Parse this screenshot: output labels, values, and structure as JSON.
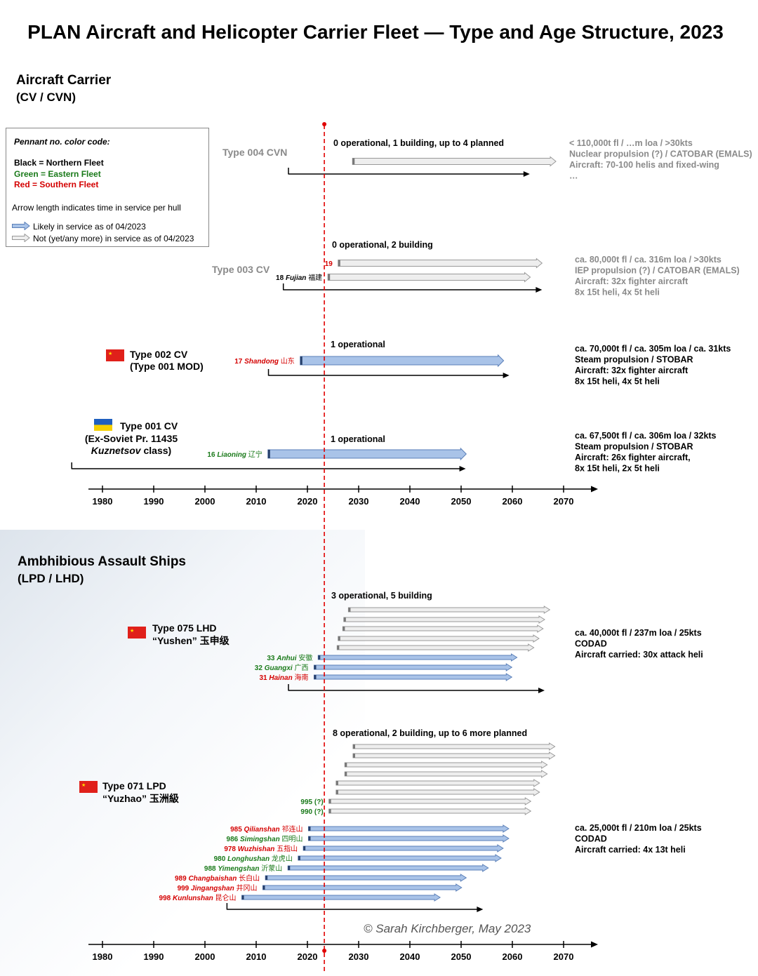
{
  "title": "PLAN Aircraft and Helicopter Carrier Fleet — Type and Age Structure, 2023",
  "copyright": "© Sarah Kirchberger, May 2023",
  "colors": {
    "northern": "#000000",
    "eastern": "#1a7a1a",
    "southern": "#d40000",
    "in_service_fill": "#a9c3e8",
    "in_service_stroke": "#5a7fb8",
    "not_in_service_fill": "#eeeeee",
    "not_in_service_stroke": "#999999",
    "reference_line": "#e00000",
    "muted_text": "#8a8a8a"
  },
  "legend": {
    "heading": "Pennant no. color code:",
    "black": "Black = Northern Fleet",
    "green": "Green = Eastern Fleet",
    "red": "Red = Southern Fleet",
    "note": "Arrow length indicates time in service per hull",
    "in_service": "Likely in service as of 04/2023",
    "not_in_service": "Not (yet/any more) in service as of 04/2023"
  },
  "chart_data": [
    {
      "type": "timeline",
      "section": [
        "Aircraft Carrier",
        "(CV / CVN)"
      ],
      "axis": {
        "ticks": [
          "1980",
          "1990",
          "2000",
          "2010",
          "2020",
          "2030",
          "2040",
          "2050",
          "2060",
          "2070"
        ]
      },
      "reference_year": 2023.3,
      "classes": [
        {
          "name": [
            "Type 004 CVN"
          ],
          "muted": true,
          "flag": null,
          "status": "0 operational, 1 building, up to 4 planned",
          "specs": [
            "< 110,000t fl / …m loa / >30kts",
            "Nuclear propulsion (?) / CATOBAR (EMALS)",
            "Aircraft: 70-100 helis and fixed-wing",
            "…"
          ],
          "class_span": [
            2016.3,
            2063.4
          ],
          "hulls": [
            {
              "label": "",
              "fleet": "none",
              "start": 2028.8,
              "end": 2068.5,
              "in_service": false
            }
          ]
        },
        {
          "name": [
            "Type 003 CV"
          ],
          "muted": true,
          "flag": null,
          "status": "0 operational, 2 building",
          "specs": [
            "ca. 80,000t fl / ca. 316m loa / >30kts",
            "IEP propulsion (?) / CATOBAR (EMALS)",
            "Aircraft: 32x fighter aircraft",
            "8x 15t heli, 4x 5t heli"
          ],
          "class_span": [
            2015.3,
            2065.8
          ],
          "hulls": [
            {
              "label": "19",
              "fleet": "southern",
              "start": 2026.0,
              "end": 2065.8,
              "in_service": false
            },
            {
              "label": "18 Fujian 福建",
              "fleet": "northern",
              "start": 2024.0,
              "end": 2063.5,
              "in_service": false
            }
          ]
        },
        {
          "name": [
            "Type 002 CV",
            "(Type 001 MOD)"
          ],
          "muted": false,
          "flag": "china",
          "status": "1 operational",
          "specs": [
            "ca. 70,000t fl / ca. 305m loa / ca. 31kts",
            "Steam propulsion / STOBAR",
            "Aircraft: 32x fighter aircraft",
            "8x 15t heli, 4x 5t heli"
          ],
          "class_span": [
            2012.4,
            2059.4
          ],
          "hulls": [
            {
              "label": "17 Shandong 山东",
              "fleet": "southern",
              "start": 2018.6,
              "end": 2058.3,
              "in_service": true
            }
          ]
        },
        {
          "name": [
            "Type 001 CV",
            "(Ex-Soviet Pr. 11435",
            "Kuznetsov class)"
          ],
          "muted": false,
          "flag": "ukraine",
          "status": "1 operational",
          "specs": [
            "ca. 67,500t fl / ca. 306m loa / 32kts",
            "Steam propulsion / STOBAR",
            "Aircraft: 26x fighter aircraft,",
            "8x 15t heli, 2x 5t heli"
          ],
          "class_span": [
            1974.0,
            2050.9
          ],
          "hulls": [
            {
              "label": "16 Liaoning 辽宁",
              "fleet": "eastern",
              "start": 2012.3,
              "end": 2051.0,
              "in_service": true
            }
          ]
        }
      ]
    },
    {
      "type": "timeline",
      "section": [
        "Ambhibious Assault Ships",
        "(LPD / LHD)"
      ],
      "axis": {
        "ticks": [
          "1980",
          "1990",
          "2000",
          "2010",
          "2020",
          "2030",
          "2040",
          "2050",
          "2060",
          "2070"
        ]
      },
      "reference_year": 2023.3,
      "classes": [
        {
          "name": [
            "Type 075 LHD",
            "“Yushen” 玉申级"
          ],
          "muted": false,
          "flag": "china",
          "status": "3 operational, 5 building",
          "specs": [
            "ca. 40,000t fl / 237m loa / 25kts",
            "CODAD",
            "Aircraft carried: 30x attack heli"
          ],
          "class_span": [
            2016.3,
            2066.3
          ],
          "hulls": [
            {
              "label": "",
              "fleet": "none",
              "start": 2028.0,
              "end": 2067.3,
              "in_service": false
            },
            {
              "label": "",
              "fleet": "none",
              "start": 2027.1,
              "end": 2066.3,
              "in_service": false
            },
            {
              "label": "",
              "fleet": "none",
              "start": 2026.9,
              "end": 2066.0,
              "in_service": false
            },
            {
              "label": "",
              "fleet": "none",
              "start": 2026.0,
              "end": 2065.2,
              "in_service": false
            },
            {
              "label": "",
              "fleet": "none",
              "start": 2025.8,
              "end": 2064.2,
              "in_service": false
            },
            {
              "label": "33 Anhui 安徽",
              "fleet": "eastern",
              "start": 2022.1,
              "end": 2060.9,
              "in_service": true
            },
            {
              "label": "32 Guangxi 广西",
              "fleet": "eastern",
              "start": 2021.3,
              "end": 2059.9,
              "in_service": true
            },
            {
              "label": "31 Hainan 海南",
              "fleet": "southern",
              "start": 2021.3,
              "end": 2059.9,
              "in_service": true
            }
          ]
        },
        {
          "name": [
            "Type 071 LPD",
            "“Yuzhao” 玉洲級"
          ],
          "muted": false,
          "flag": "china",
          "status": "8 operational, 2 building, up to 6 more planned",
          "specs": [
            "ca. 25,000t fl / 210m loa / 25kts",
            "CODAD",
            "Aircraft carried: 4x 13t heli"
          ],
          "class_span": [
            2004.3,
            2054.3
          ],
          "hulls": [
            {
              "label": "",
              "fleet": "none",
              "start": 2028.9,
              "end": 2068.3,
              "in_service": false
            },
            {
              "label": "",
              "fleet": "none",
              "start": 2028.9,
              "end": 2068.3,
              "in_service": false
            },
            {
              "label": "",
              "fleet": "none",
              "start": 2027.3,
              "end": 2066.8,
              "in_service": false
            },
            {
              "label": "",
              "fleet": "none",
              "start": 2027.3,
              "end": 2066.8,
              "in_service": false
            },
            {
              "label": "",
              "fleet": "none",
              "start": 2025.6,
              "end": 2065.3,
              "in_service": false
            },
            {
              "label": "",
              "fleet": "none",
              "start": 2025.6,
              "end": 2065.3,
              "in_service": false
            },
            {
              "label": "995 (?)",
              "fleet": "eastern",
              "start": 2024.2,
              "end": 2063.6,
              "in_service": false
            },
            {
              "label": "990 (?)",
              "fleet": "eastern",
              "start": 2024.2,
              "end": 2063.6,
              "in_service": false
            },
            {
              "label": "985 Qilianshan 祁连山",
              "fleet": "southern",
              "start": 2020.2,
              "end": 2059.3,
              "in_service": true
            },
            {
              "label": "986 Simingshan 四明山",
              "fleet": "eastern",
              "start": 2020.2,
              "end": 2059.3,
              "in_service": true
            },
            {
              "label": "978 Wuzhishan 五指山",
              "fleet": "southern",
              "start": 2019.2,
              "end": 2058.2,
              "in_service": true
            },
            {
              "label": "980 Longhushan 龙虎山",
              "fleet": "eastern",
              "start": 2018.2,
              "end": 2057.8,
              "in_service": true
            },
            {
              "label": "988 Yimengshan 沂蒙山",
              "fleet": "eastern",
              "start": 2016.2,
              "end": 2055.3,
              "in_service": true
            },
            {
              "label": "989 Changbaishan 长白山",
              "fleet": "southern",
              "start": 2011.8,
              "end": 2051.0,
              "in_service": true
            },
            {
              "label": "999 Jingangshan 井冈山",
              "fleet": "southern",
              "start": 2011.3,
              "end": 2050.1,
              "in_service": true
            },
            {
              "label": "998 Kunlunshan 昆仑山",
              "fleet": "southern",
              "start": 2007.2,
              "end": 2045.9,
              "in_service": true
            }
          ]
        }
      ]
    }
  ]
}
